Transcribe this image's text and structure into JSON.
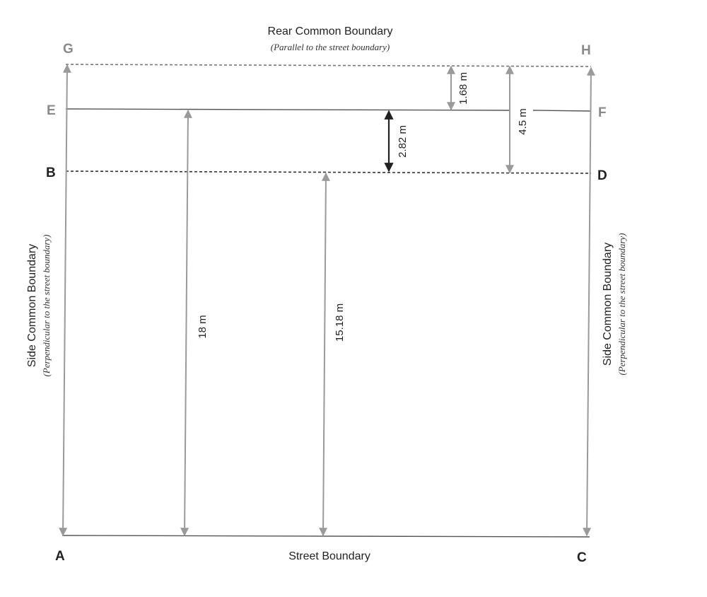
{
  "points": {
    "G": "G",
    "H": "H",
    "E": "E",
    "F": "F",
    "B": "B",
    "D": "D",
    "A": "A",
    "C": "C"
  },
  "boundaries": {
    "rear_title": "Rear Common Boundary",
    "rear_subtitle": "(Parallel to the street boundary)",
    "street_title": "Street Boundary",
    "side_title": "Side Common Boundary",
    "side_subtitle": "(Perpendicular to the street boundary)"
  },
  "dimensions": {
    "d_1_68": "1.68 m",
    "d_4_5": "4.5 m",
    "d_2_82": "2.82 m",
    "d_18": "18 m",
    "d_15_18": "15.18 m"
  },
  "colors": {
    "grey_label": "#8a8a8a",
    "dark_label": "#222222",
    "grey_arrow": "#9a9a9a"
  }
}
